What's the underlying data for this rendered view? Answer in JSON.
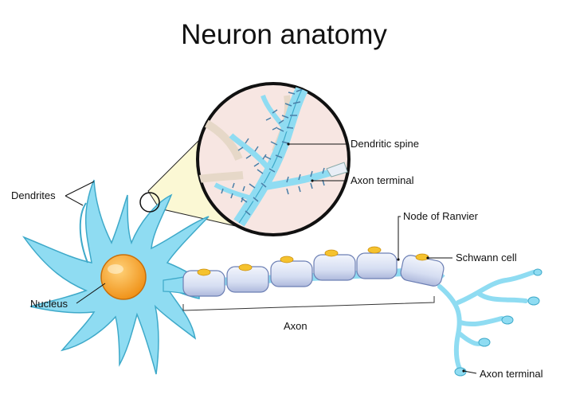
{
  "title": "Neuron anatomy",
  "labels": {
    "dendrites": "Dendrites",
    "nucleus": "Nucleus",
    "axon": "Axon",
    "dendritic_spine": "Dendritic spine",
    "axon_terminal_zoom": "Axon terminal",
    "node_of_ranvier": "Node of Ranvier",
    "schwann_cell": "Schwann cell",
    "axon_terminal": "Axon terminal"
  },
  "colors": {
    "cell_body": "#8fdcf2",
    "cell_outline": "#3ea9c9",
    "nucleus": "#f5a623",
    "myelin": "#dde4f5",
    "zoom_bg": "#f7e6e2",
    "spine": "#4a7fa8"
  }
}
